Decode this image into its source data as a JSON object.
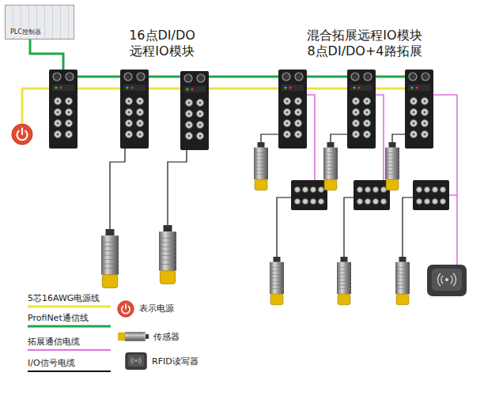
{
  "diagram": {
    "nodes": [
      {
        "text": [
          "PLC控制器"
        ]
      }
    ],
    "labels": [
      "16点DI/DO 远程IO模块",
      "混合拓展远程IO模块 8点DI/DO+4路拓展"
    ],
    "legend": [
      {
        "text": "5芯16AWG电源线"
      },
      {
        "text": "ProfiNet通信线"
      },
      {
        "text": "拓展通信电缆"
      },
      {
        "text": "I/O信号电缆"
      },
      {
        "text": "表示电源"
      },
      {
        "text": "传感器"
      },
      {
        "text": "RFID读写器"
      }
    ]
  }
}
